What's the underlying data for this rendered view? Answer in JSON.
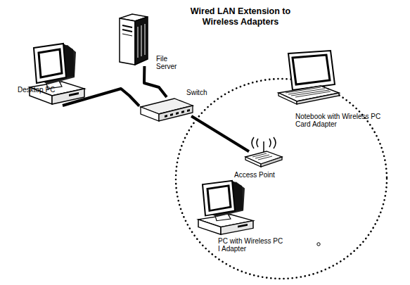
{
  "diagram": {
    "title": "Wired LAN Extension to Wireless Adapters",
    "nodes": [
      {
        "text": [
          "File Server"
        ]
      },
      {
        "text": [
          "Desktop PC"
        ]
      },
      {
        "text": [
          "Notebook with Wireless PC Card Adapter"
        ]
      },
      {
        "text": [
          "Switch"
        ]
      },
      {
        "text": [
          "Access Point"
        ]
      },
      {
        "text": [
          "PC with Wireless PC I Adapter"
        ]
      }
    ],
    "edges": [
      {
        "from": 1,
        "to": 3,
        "arrow": "none"
      },
      {
        "from": 0,
        "to": 3,
        "arrow": "none"
      },
      {
        "from": 3,
        "to": 4,
        "arrow": "none"
      }
    ]
  }
}
